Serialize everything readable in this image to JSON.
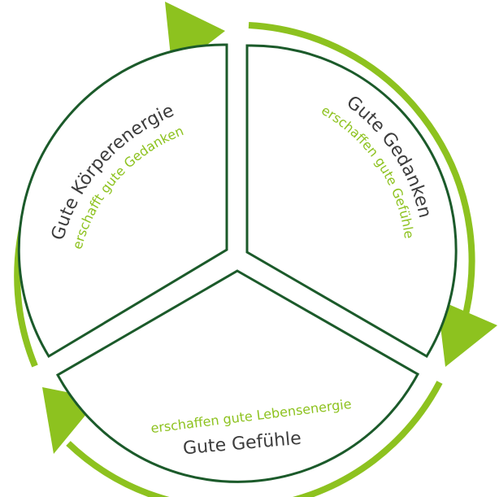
{
  "colors": {
    "accent": "#8dc21f",
    "outline": "#1b5a2a",
    "text": "#3c3c3c"
  },
  "segments": {
    "left": {
      "title": "Gute Körperenergie",
      "subtitle": "erschafft gute Gedanken"
    },
    "right": {
      "title": "Gute Gedanken",
      "subtitle": "erschaffen gute Gefühle"
    },
    "bottom": {
      "title": "Gute Gefühle",
      "subtitle": "erschaffen gute Lebensenergie"
    }
  }
}
